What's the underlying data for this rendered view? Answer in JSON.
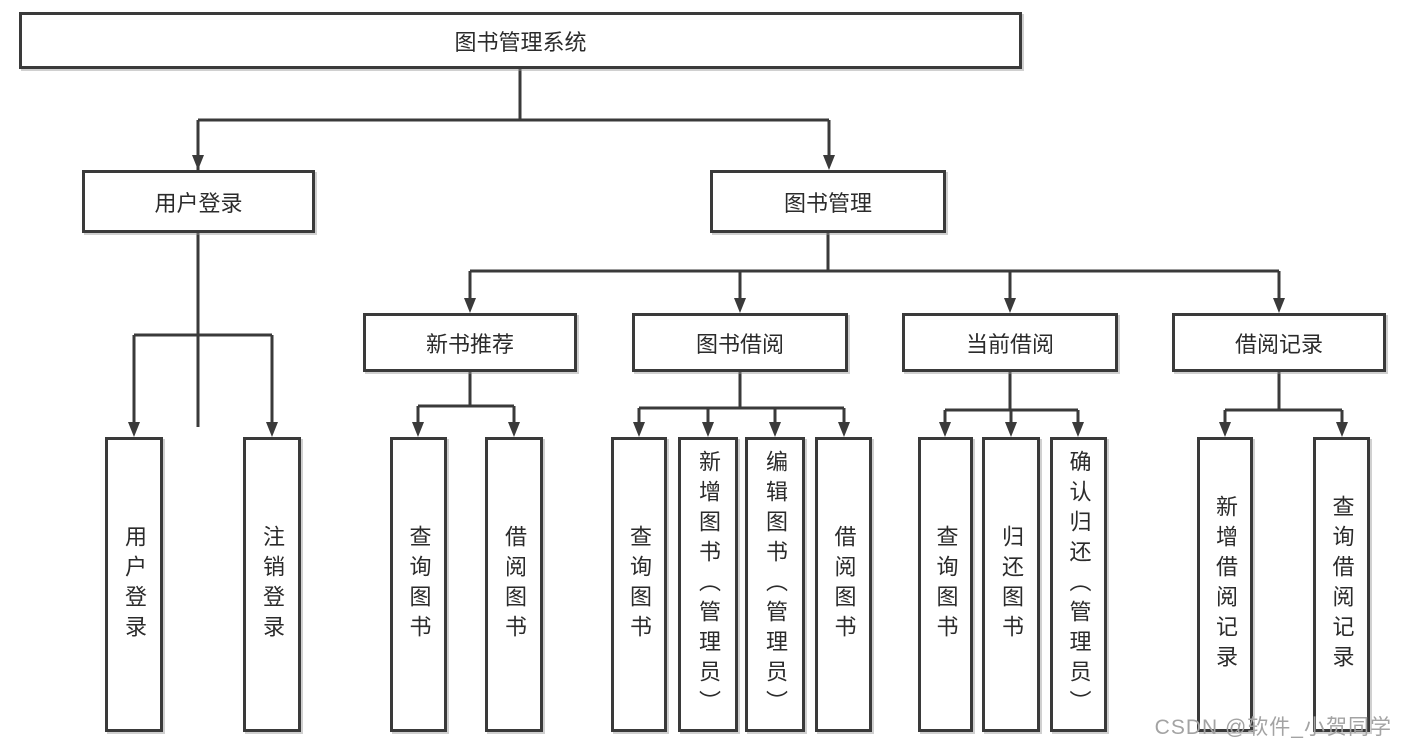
{
  "diagram": {
    "type": "functional-structure-tree",
    "line_color": "#3A3A3A",
    "box_background": "#FFFFFF",
    "text_color": "#2B2B2B",
    "tree": {
      "root": {
        "label": "图书管理系统",
        "children": [
          {
            "label": "用户登录",
            "children": [
              {
                "label": "用户登录"
              },
              {
                "label": "注销登录"
              }
            ]
          },
          {
            "label": "图书管理",
            "children": [
              {
                "label": "新书推荐",
                "children": [
                  {
                    "label": "查询图书"
                  },
                  {
                    "label": "借阅图书"
                  }
                ]
              },
              {
                "label": "图书借阅",
                "children": [
                  {
                    "label": "查询图书"
                  },
                  {
                    "label": "新增图书（管理员）"
                  },
                  {
                    "label": "编辑图书（管理员）"
                  },
                  {
                    "label": "借阅图书"
                  }
                ]
              },
              {
                "label": "当前借阅",
                "children": [
                  {
                    "label": "查询图书"
                  },
                  {
                    "label": "归还图书"
                  },
                  {
                    "label": "确认归还（管理员）"
                  }
                ]
              },
              {
                "label": "借阅记录",
                "children": [
                  {
                    "label": "新增借阅记录"
                  },
                  {
                    "label": "查询借阅记录"
                  }
                ]
              }
            ]
          }
        ]
      }
    }
  },
  "watermark": {
    "text": "CSDN @软件_小贺同学",
    "color": "#A3A3A3"
  }
}
